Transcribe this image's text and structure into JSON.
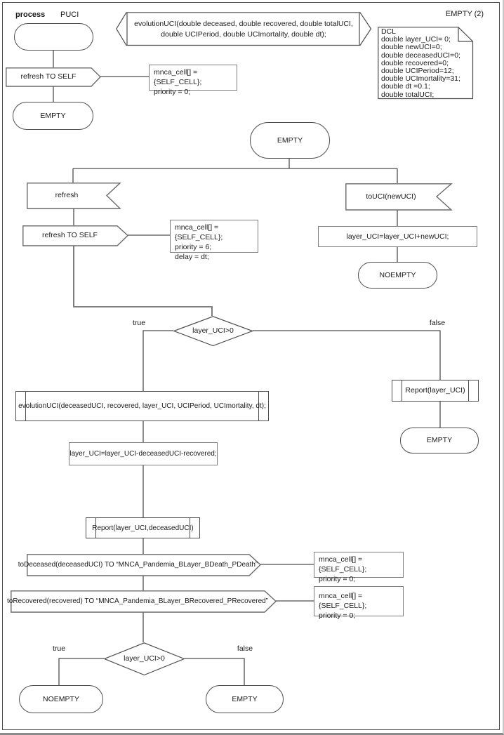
{
  "header": {
    "process_label": "process",
    "process_name": "PUCI",
    "page_label": "EMPTY (2)"
  },
  "declaration": {
    "text": "evolutionUCI(double deceased, double recovered, double totalUCI,\ndouble UCIPeriod, double UCImortality, double dt);"
  },
  "dcl": {
    "text": "DCL\ndouble layer_UCI= 0;\ndouble newUCI=0;\ndouble deceasedUCI=0;\ndouble recovered=0;\ndouble UCIPeriod=12;\ndouble UCImortality=31;\ndouble dt =0.1;\ndouble totalUCI;"
  },
  "start_flow": {
    "output_refresh": "refresh TO SELF",
    "comment": "mnca_cell[] = {SELF_CELL};\npriority = 0;",
    "state_empty": "EMPTY"
  },
  "main": {
    "state_empty": "EMPTY",
    "input_refresh": "refresh",
    "output_refresh_self": "refresh TO SELF",
    "comment_refresh": "mnca_cell[] = {SELF_CELL};\npriority = 6;\ndelay = dt;",
    "input_touci": "toUCI(newUCI)",
    "task_add": "layer_UCI=layer_UCI+newUCI;",
    "state_noempty": "NOEMPTY"
  },
  "decision1": {
    "condition": "layer_UCI>0",
    "true_label": "true",
    "false_label": "false"
  },
  "true_branch": {
    "call_evolution": "evolutionUCI(deceasedUCI, recovered, layer_UCI, UCIPeriod, UCImortality, dt);",
    "task_sub": "layer_UCI=layer_UCI-deceasedUCI-recovered;",
    "call_report": "Report(layer_UCI,deceasedUCI)",
    "output_todeceased": "toDeceased(deceasedUCI) TO “MNCA_Pandemia_BLayer_BDeath_PDeath”",
    "comment_todeceased": "mnca_cell[] = {SELF_CELL};\npriority = 0;",
    "output_torecovered": "toRecovered(recovered) TO “MNCA_Pandemia_BLayer_BRecovered_PRecovered”",
    "comment_torecovered": "mnca_cell[] = {SELF_CELL};\npriority = 0;"
  },
  "false_branch": {
    "call_report": "Report(layer_UCI)",
    "state_empty": "EMPTY"
  },
  "decision2": {
    "condition": "layer_UCI>0",
    "true_label": "true",
    "false_label": "false",
    "state_true": "NOEMPTY",
    "state_false": "EMPTY"
  },
  "colors": {
    "stroke": "#4d4d4d",
    "shape_stroke": "#6a6a6a",
    "comment_border": "#7d7d7d"
  }
}
